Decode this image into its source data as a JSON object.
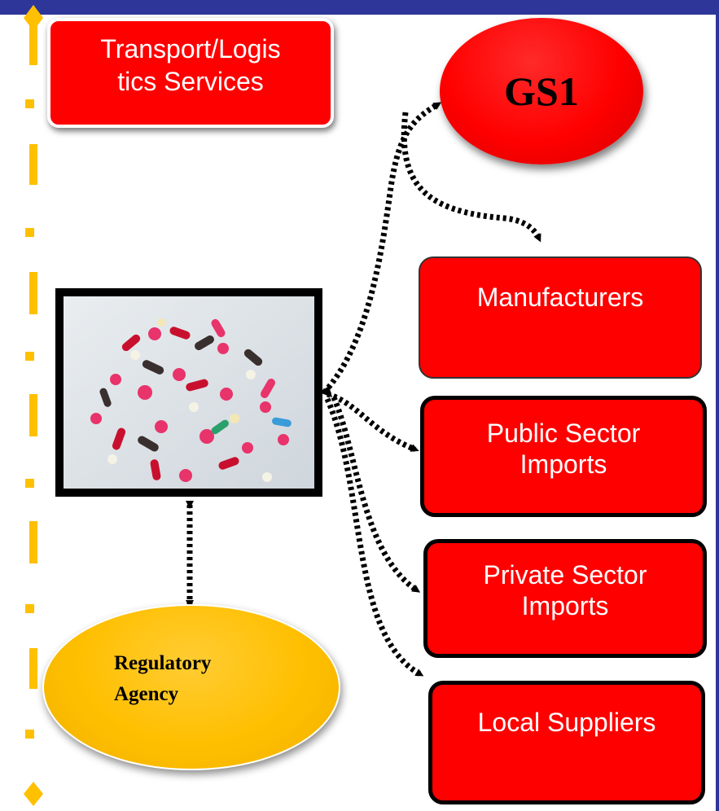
{
  "nodes": {
    "transport": {
      "line1": "Transport/Logis",
      "line2": "tics Services"
    },
    "gs1": "GS1",
    "manufacturers": "Manufacturers",
    "public_imports": {
      "line1": "Public Sector",
      "line2": "Imports"
    },
    "private_imports": {
      "line1": "Private Sector",
      "line2": "Imports"
    },
    "local_suppliers": "Local Suppliers",
    "regulatory": {
      "line1": "Regulatory",
      "line2": "Agency"
    }
  },
  "image": {
    "description_icon": "pills-photo-icon"
  },
  "colors": {
    "header_bar": "#2f3699",
    "box_red": "#ff0000",
    "regulatory_yellow": "#ffbf00",
    "timeline_yellow": "#ffc000"
  }
}
